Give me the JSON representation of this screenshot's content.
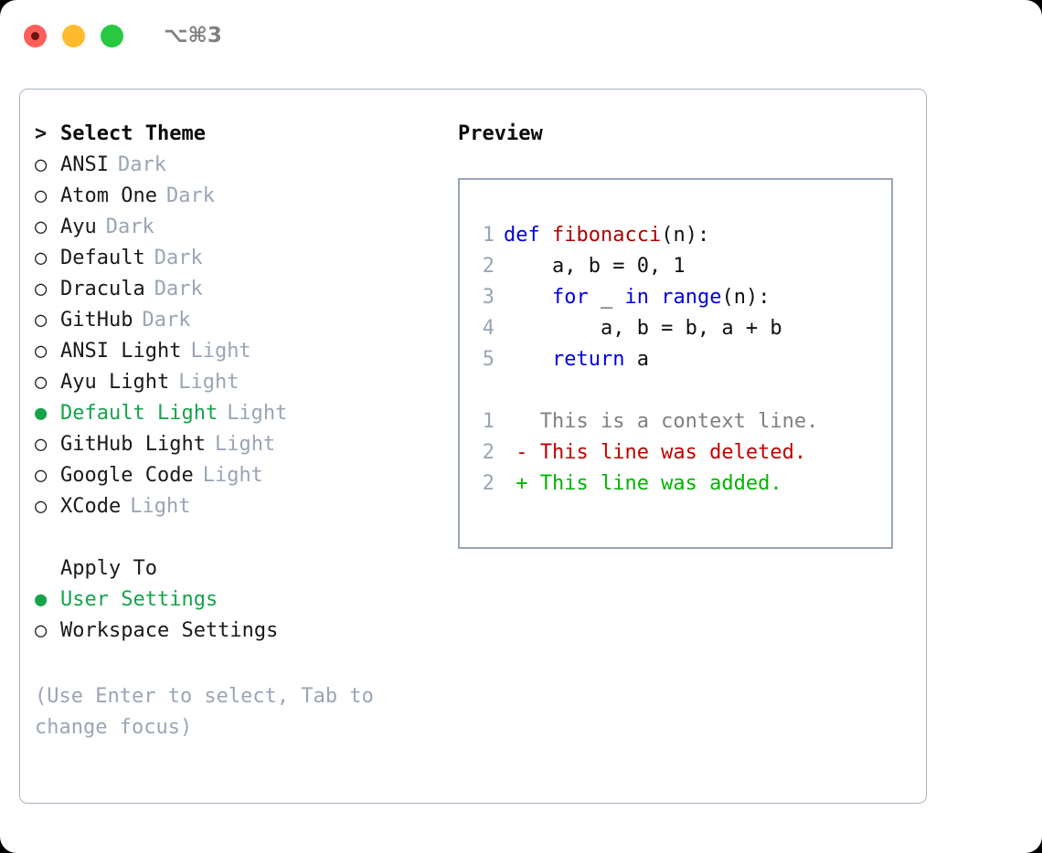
{
  "titlebar": {
    "shortcut": "⌥⌘3",
    "buttons": {
      "close": "close",
      "minimize": "minimize",
      "maximize": "maximize"
    }
  },
  "theme_picker": {
    "prompt": ">",
    "header": "Select Theme",
    "marker_unselected": "○",
    "marker_selected": "●",
    "accent_color": "#16a34a",
    "tag_color": "#9aa5b5",
    "items": [
      {
        "label": "ANSI",
        "tag": "Dark",
        "selected": false
      },
      {
        "label": "Atom One",
        "tag": "Dark",
        "selected": false
      },
      {
        "label": "Ayu",
        "tag": "Dark",
        "selected": false
      },
      {
        "label": "Default",
        "tag": "Dark",
        "selected": false
      },
      {
        "label": "Dracula",
        "tag": "Dark",
        "selected": false
      },
      {
        "label": "GitHub",
        "tag": "Dark",
        "selected": false
      },
      {
        "label": "ANSI Light",
        "tag": "Light",
        "selected": false
      },
      {
        "label": "Ayu Light",
        "tag": "Light",
        "selected": false
      },
      {
        "label": "Default Light",
        "tag": "Light",
        "selected": true
      },
      {
        "label": "GitHub Light",
        "tag": "Light",
        "selected": false
      },
      {
        "label": "Google Code",
        "tag": "Light",
        "selected": false
      },
      {
        "label": "XCode",
        "tag": "Light",
        "selected": false
      }
    ]
  },
  "apply_to": {
    "header": "Apply To",
    "items": [
      {
        "label": "User Settings",
        "selected": true
      },
      {
        "label": "Workspace Settings",
        "selected": false
      }
    ]
  },
  "hint": "(Use Enter to select, Tab to change focus)",
  "preview": {
    "title": "Preview",
    "code_lines": [
      {
        "num": "1",
        "tokens": [
          {
            "t": "def ",
            "c": "kw"
          },
          {
            "t": "fibonacci",
            "c": "fn"
          },
          {
            "t": "(n):",
            "c": "plain"
          }
        ]
      },
      {
        "num": "2",
        "tokens": [
          {
            "t": "    a, b = 0, 1",
            "c": "plain"
          }
        ]
      },
      {
        "num": "3",
        "tokens": [
          {
            "t": "    ",
            "c": "plain"
          },
          {
            "t": "for",
            "c": "kw"
          },
          {
            "t": " _ ",
            "c": "plain"
          },
          {
            "t": "in",
            "c": "kw"
          },
          {
            "t": " ",
            "c": "plain"
          },
          {
            "t": "range",
            "c": "kw"
          },
          {
            "t": "(n):",
            "c": "plain"
          }
        ]
      },
      {
        "num": "4",
        "tokens": [
          {
            "t": "        a, b = b, a + b",
            "c": "plain"
          }
        ]
      },
      {
        "num": "5",
        "tokens": [
          {
            "t": "    ",
            "c": "plain"
          },
          {
            "t": "return",
            "c": "kw"
          },
          {
            "t": " a",
            "c": "plain"
          }
        ]
      }
    ],
    "diff_lines": [
      {
        "num": "1",
        "tokens": [
          {
            "t": "   This is a context line.",
            "c": "ctx"
          }
        ]
      },
      {
        "num": "2",
        "tokens": [
          {
            "t": " - This line was deleted.",
            "c": "del"
          }
        ]
      },
      {
        "num": "2",
        "tokens": [
          {
            "t": " + This line was added.",
            "c": "add"
          }
        ]
      }
    ]
  }
}
